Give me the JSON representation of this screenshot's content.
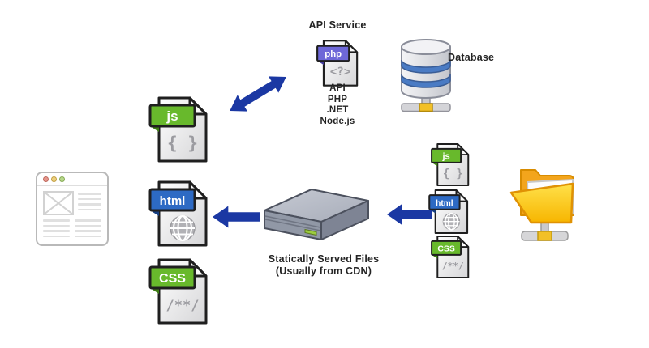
{
  "diagram": {
    "api_service_label": "API Service",
    "api_stack": [
      "API",
      "PHP",
      ".NET",
      "Node.js"
    ],
    "database_label": "Database",
    "server_caption_line1": "Statically Served Files",
    "server_caption_line2": "(Usually from CDN)"
  },
  "file_icons": {
    "js_large": {
      "badge": "js",
      "glyph": "{ }",
      "badge_color": "#68b92c",
      "fold_color": "#3f7d16"
    },
    "html_large": {
      "badge": "html",
      "glyph_icon": "globe-icon",
      "badge_color": "#2d6ac4",
      "fold_color": "#173f82"
    },
    "css_large": {
      "badge": "CSS",
      "glyph": "/**/",
      "badge_color": "#68b92c",
      "fold_color": "#3f7d16"
    },
    "php": {
      "badge": "php",
      "glyph": "<?>",
      "badge_color": "#6e68d8",
      "fold_color": "#423a9c"
    },
    "js_small": {
      "badge": "js",
      "glyph": "{ }",
      "badge_color": "#68b92c",
      "fold_color": "#3f7d16"
    },
    "html_small": {
      "badge": "html",
      "glyph_icon": "globe-icon",
      "badge_color": "#2d6ac4",
      "fold_color": "#173f82"
    },
    "css_small": {
      "badge": "CSS",
      "glyph": "/**/",
      "badge_color": "#68b92c",
      "fold_color": "#3f7d16"
    }
  },
  "colors": {
    "arrow_blue": "#1b38a3",
    "database_band_blue": "#4a7bc4",
    "hub_yellow": "#f2c027",
    "folder_yellow": "#f7b500",
    "server_front_gray": "#9198a6",
    "led_green": "#9ccc3f"
  }
}
